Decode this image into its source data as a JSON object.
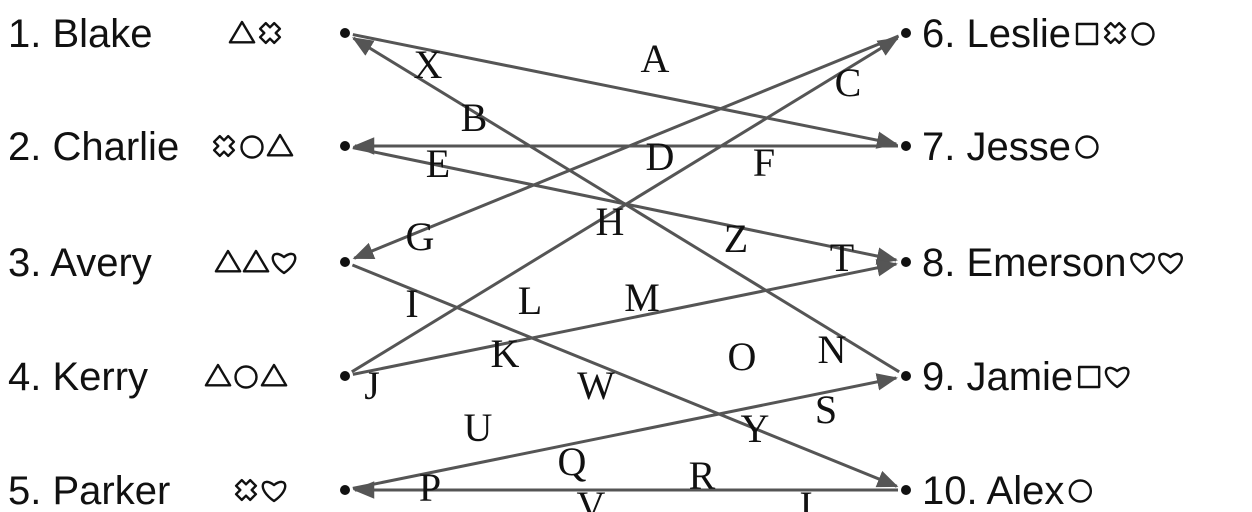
{
  "left_people": [
    {
      "label": "1. Blake",
      "symbols": [
        "triangle",
        "cross"
      ]
    },
    {
      "label": "2. Charlie",
      "symbols": [
        "cross",
        "circle",
        "triangle"
      ]
    },
    {
      "label": "3. Avery",
      "symbols": [
        "triangle",
        "triangle",
        "heart"
      ]
    },
    {
      "label": "4. Kerry",
      "symbols": [
        "triangle",
        "circle",
        "triangle"
      ]
    },
    {
      "label": "5. Parker",
      "symbols": [
        "cross",
        "heart"
      ]
    }
  ],
  "right_people": [
    {
      "label": "6. Leslie",
      "symbols": [
        "square",
        "cross",
        "circle"
      ]
    },
    {
      "label": "7. Jesse",
      "symbols": [
        "circle"
      ]
    },
    {
      "label": "8. Emerson",
      "symbols": [
        "heart",
        "heart"
      ]
    },
    {
      "label": "9. Jamie",
      "symbols": [
        "square",
        "heart"
      ]
    },
    {
      "label": "10. Alex",
      "symbols": [
        "circle"
      ]
    }
  ],
  "connections": [
    {
      "from": 1,
      "to": 7
    },
    {
      "from": 9,
      "to": 1
    },
    {
      "from": 7,
      "to": 2
    },
    {
      "from": 2,
      "to": 8
    },
    {
      "from": 6,
      "to": 3
    },
    {
      "from": 4,
      "to": 6
    },
    {
      "from": 3,
      "to": 10
    },
    {
      "from": 4,
      "to": 8
    },
    {
      "from": 5,
      "to": 9
    },
    {
      "from": 10,
      "to": 5
    }
  ],
  "scattered_letters": [
    "A",
    "X",
    "B",
    "C",
    "D",
    "E",
    "F",
    "H",
    "G",
    "Z",
    "T",
    "I",
    "L",
    "M",
    "K",
    "N",
    "O",
    "J",
    "W",
    "S",
    "U",
    "Y",
    "Q",
    "R",
    "P",
    "V",
    "I"
  ]
}
